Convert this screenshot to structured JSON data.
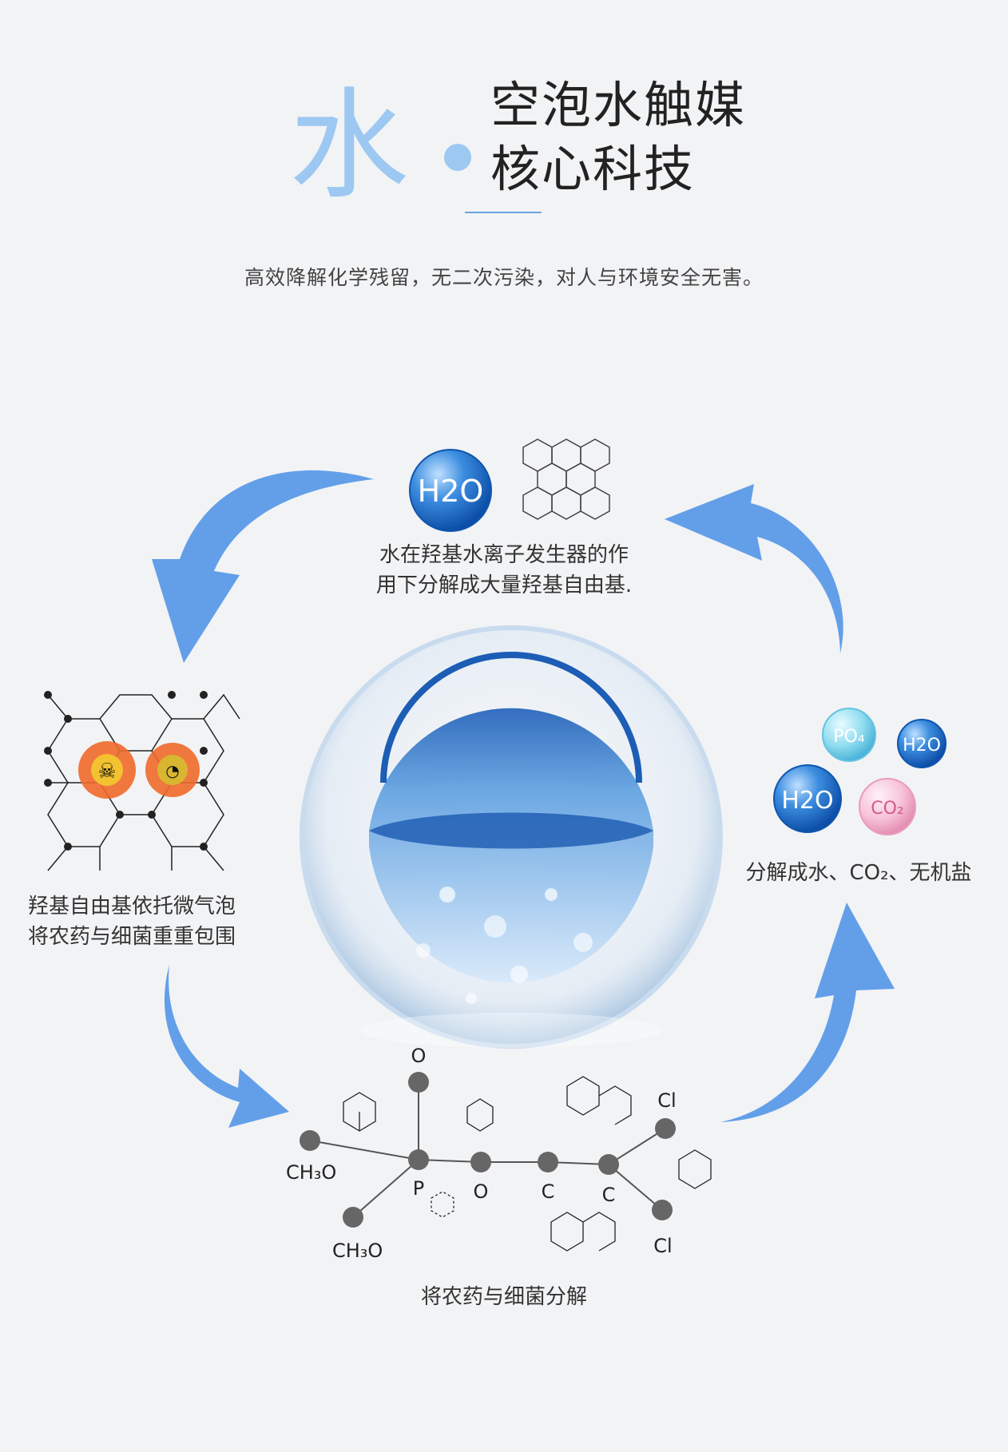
{
  "header": {
    "big_char": "水",
    "title_line1": "空泡水触媒",
    "title_line2": "核心科技",
    "subtitle": "高效降解化学残留，无二次污染，对人与环境安全无害。"
  },
  "steps": {
    "top": {
      "line1": "水在羟基水离子发生器的作",
      "line2": "用下分解成大量羟基自由基."
    },
    "left": {
      "line1": "羟基自由基依托微气泡",
      "line2": "将农药与细菌重重包围"
    },
    "bottom": {
      "line1": "将农药与细菌分解"
    },
    "right": {
      "line1": "分解成水、CO₂、无机盐"
    }
  },
  "molecules": {
    "h2o_label": "H2O",
    "po_label": "PO₄",
    "co2_label": "CO₂"
  },
  "structure_labels": {
    "o_top": "O",
    "ch3o_a": "CH₃O",
    "ch3o_b": "CH₃O",
    "p": "P",
    "o_mid": "O",
    "c1": "C",
    "c2": "C",
    "cl_top": "Cl",
    "cl_bottom": "Cl"
  },
  "colors": {
    "accent": "#9cc8f2",
    "arrow": "#5b9ae8",
    "water": "#2a6fc2"
  }
}
